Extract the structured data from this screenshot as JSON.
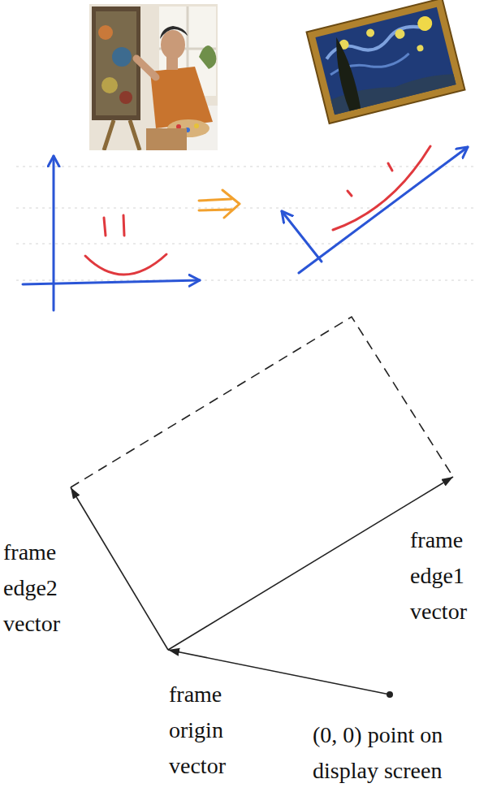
{
  "diagram": {
    "labels": [
      "frame edge2 vector",
      "frame edge1 vector",
      "frame origin vector",
      "(0, 0) point on display screen"
    ]
  }
}
